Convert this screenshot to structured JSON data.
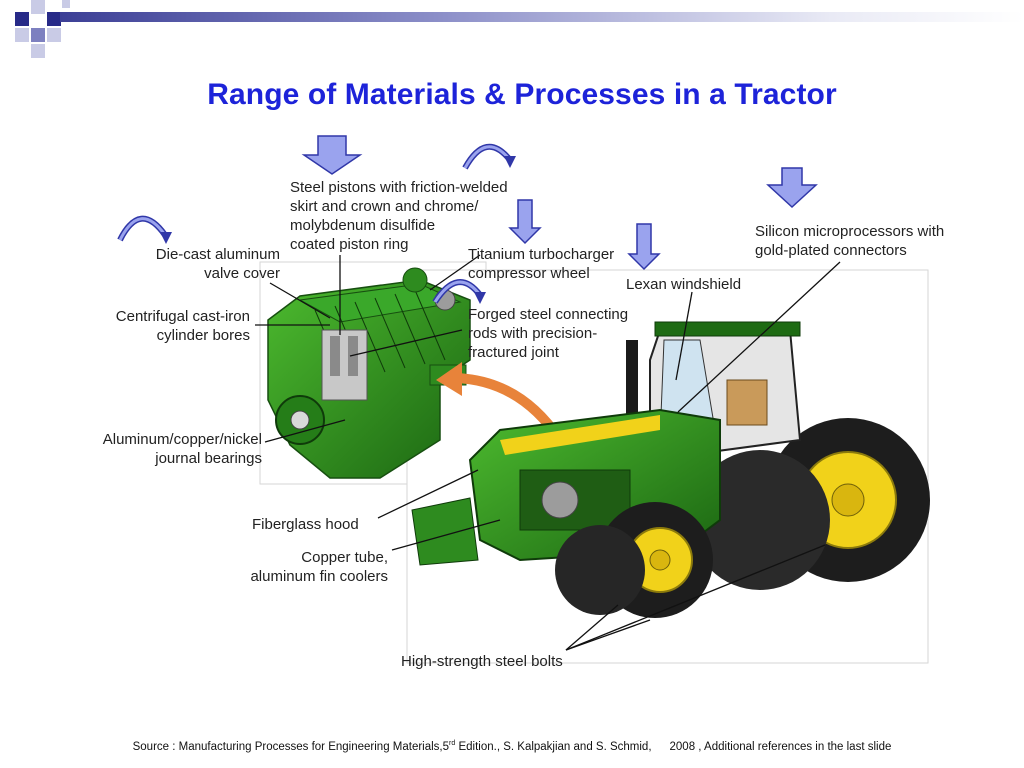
{
  "slide": {
    "title": "Range of Materials & Processes in a Tractor"
  },
  "labels": {
    "steel_pistons": [
      "Steel pistons with friction-welded",
      "skirt and crown and chrome/",
      "molybdenum disulfide",
      "coated piston ring"
    ],
    "titanium": [
      "Titanium turbocharger",
      "compressor wheel"
    ],
    "lexan": [
      "Lexan windshield"
    ],
    "silicon": [
      "Silicon microprocessors with",
      "gold-plated connectors"
    ],
    "die_cast": [
      "Die-cast aluminum",
      "valve cover"
    ],
    "cast_iron": [
      "Centrifugal cast-iron",
      "cylinder bores"
    ],
    "forged": [
      "Forged steel connecting",
      "rods with precision-",
      "fractured joint"
    ],
    "bearings": [
      "Aluminum/copper/nickel",
      "journal bearings"
    ],
    "fiberglass": [
      "Fiberglass hood"
    ],
    "copper_tube": [
      "Copper tube,",
      "aluminum fin coolers"
    ],
    "bolts": [
      "High-strength steel bolts"
    ]
  },
  "source": {
    "prefix": "Source :",
    "book": "Manufacturing Processes for Engineering Materials,5",
    "sup": "rd",
    "rest": " Edition., S. Kalpakjian and S. Schmid,",
    "year": "2008 ,",
    "extra": " Additional references in the last slide"
  },
  "colors": {
    "title": "#1d23d9",
    "arrow_fill": "#9aa3ee",
    "arrow_stroke": "#3037a8",
    "tractor_green": "#2e8b1f",
    "tractor_yellow": "#f1d21a",
    "highlight_arrow": "#e8833a"
  }
}
